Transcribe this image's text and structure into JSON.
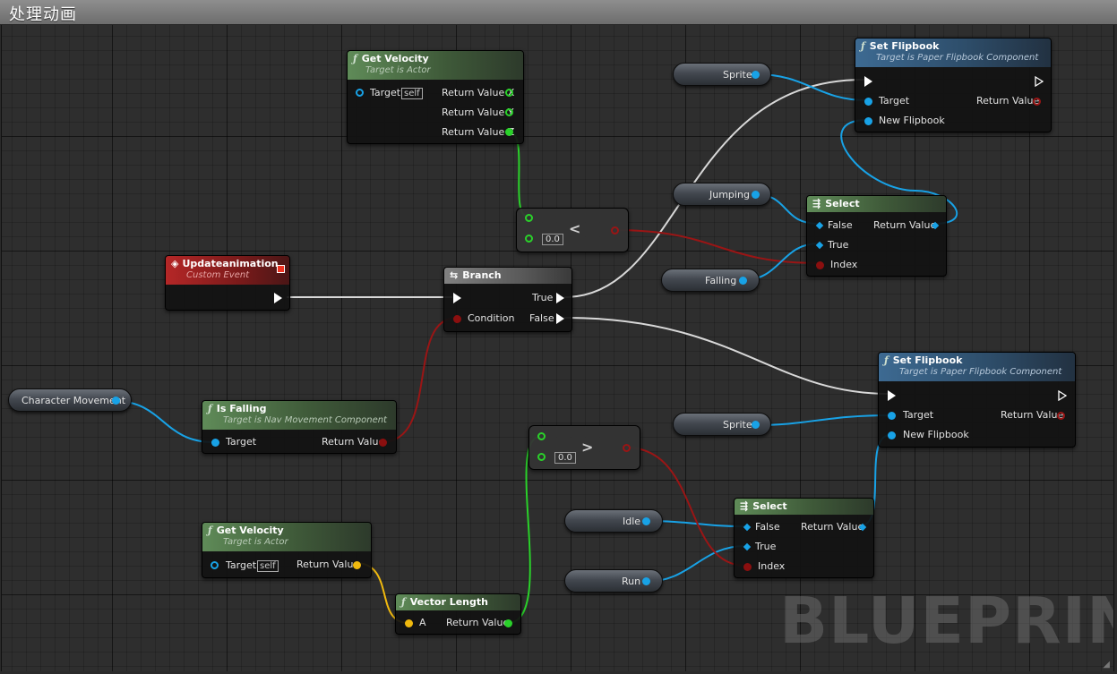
{
  "window": {
    "title": "处理动画"
  },
  "watermark": "BLUEPRINT",
  "colors": {
    "exec": "#ffffff",
    "object": "#18a2e6",
    "float": "#2ad12a",
    "bool": "#9a1515",
    "vector": "#f0b90e",
    "event_header": "#b52727",
    "function_header": "#5f8b58",
    "flipbook_header": "#3d6a92"
  },
  "nodes": {
    "get_velocity_top": {
      "icon": "function-icon",
      "title": "Get Velocity",
      "subtitle": "Target is Actor",
      "target": "Target",
      "self": "self",
      "out_x": "Return Value X",
      "out_y": "Return Value Y",
      "out_z": "Return Value Z"
    },
    "set_flipbook_top": {
      "icon": "function-icon",
      "title": "Set Flipbook",
      "subtitle": "Target is Paper Flipbook Component",
      "target": "Target",
      "new_flipbook": "New Flipbook",
      "return_value": "Return Value"
    },
    "sprite_top": {
      "label": "Sprite"
    },
    "jumping": {
      "label": "Jumping"
    },
    "falling": {
      "label": "Falling"
    },
    "select_top": {
      "title": "Select",
      "false": "False",
      "true": "True",
      "index": "Index",
      "return_value": "Return Value"
    },
    "less_than": {
      "operator": "<",
      "value": "0.0"
    },
    "update_animation": {
      "title": "Updateanimation",
      "subtitle": "Custom Event"
    },
    "branch": {
      "title": "Branch",
      "condition": "Condition",
      "true": "True",
      "false": "False"
    },
    "character_movement": {
      "label": "Character Movement"
    },
    "is_falling": {
      "title": "Is Falling",
      "subtitle": "Target is Nav Movement Component",
      "target": "Target",
      "return_value": "Return Value"
    },
    "greater_than": {
      "operator": ">",
      "value": "0.0"
    },
    "set_flipbook_bottom": {
      "title": "Set Flipbook",
      "subtitle": "Target is Paper Flipbook Component",
      "target": "Target",
      "new_flipbook": "New Flipbook",
      "return_value": "Return Value"
    },
    "sprite_bottom": {
      "label": "Sprite"
    },
    "idle": {
      "label": "Idle"
    },
    "run": {
      "label": "Run"
    },
    "select_bottom": {
      "title": "Select",
      "false": "False",
      "true": "True",
      "index": "Index",
      "return_value": "Return Value"
    },
    "get_velocity_bottom": {
      "title": "Get Velocity",
      "subtitle": "Target is Actor",
      "target": "Target",
      "self": "self",
      "return_value": "Return Value"
    },
    "vector_length": {
      "title": "Vector Length",
      "a": "A",
      "return_value": "Return Value"
    }
  }
}
